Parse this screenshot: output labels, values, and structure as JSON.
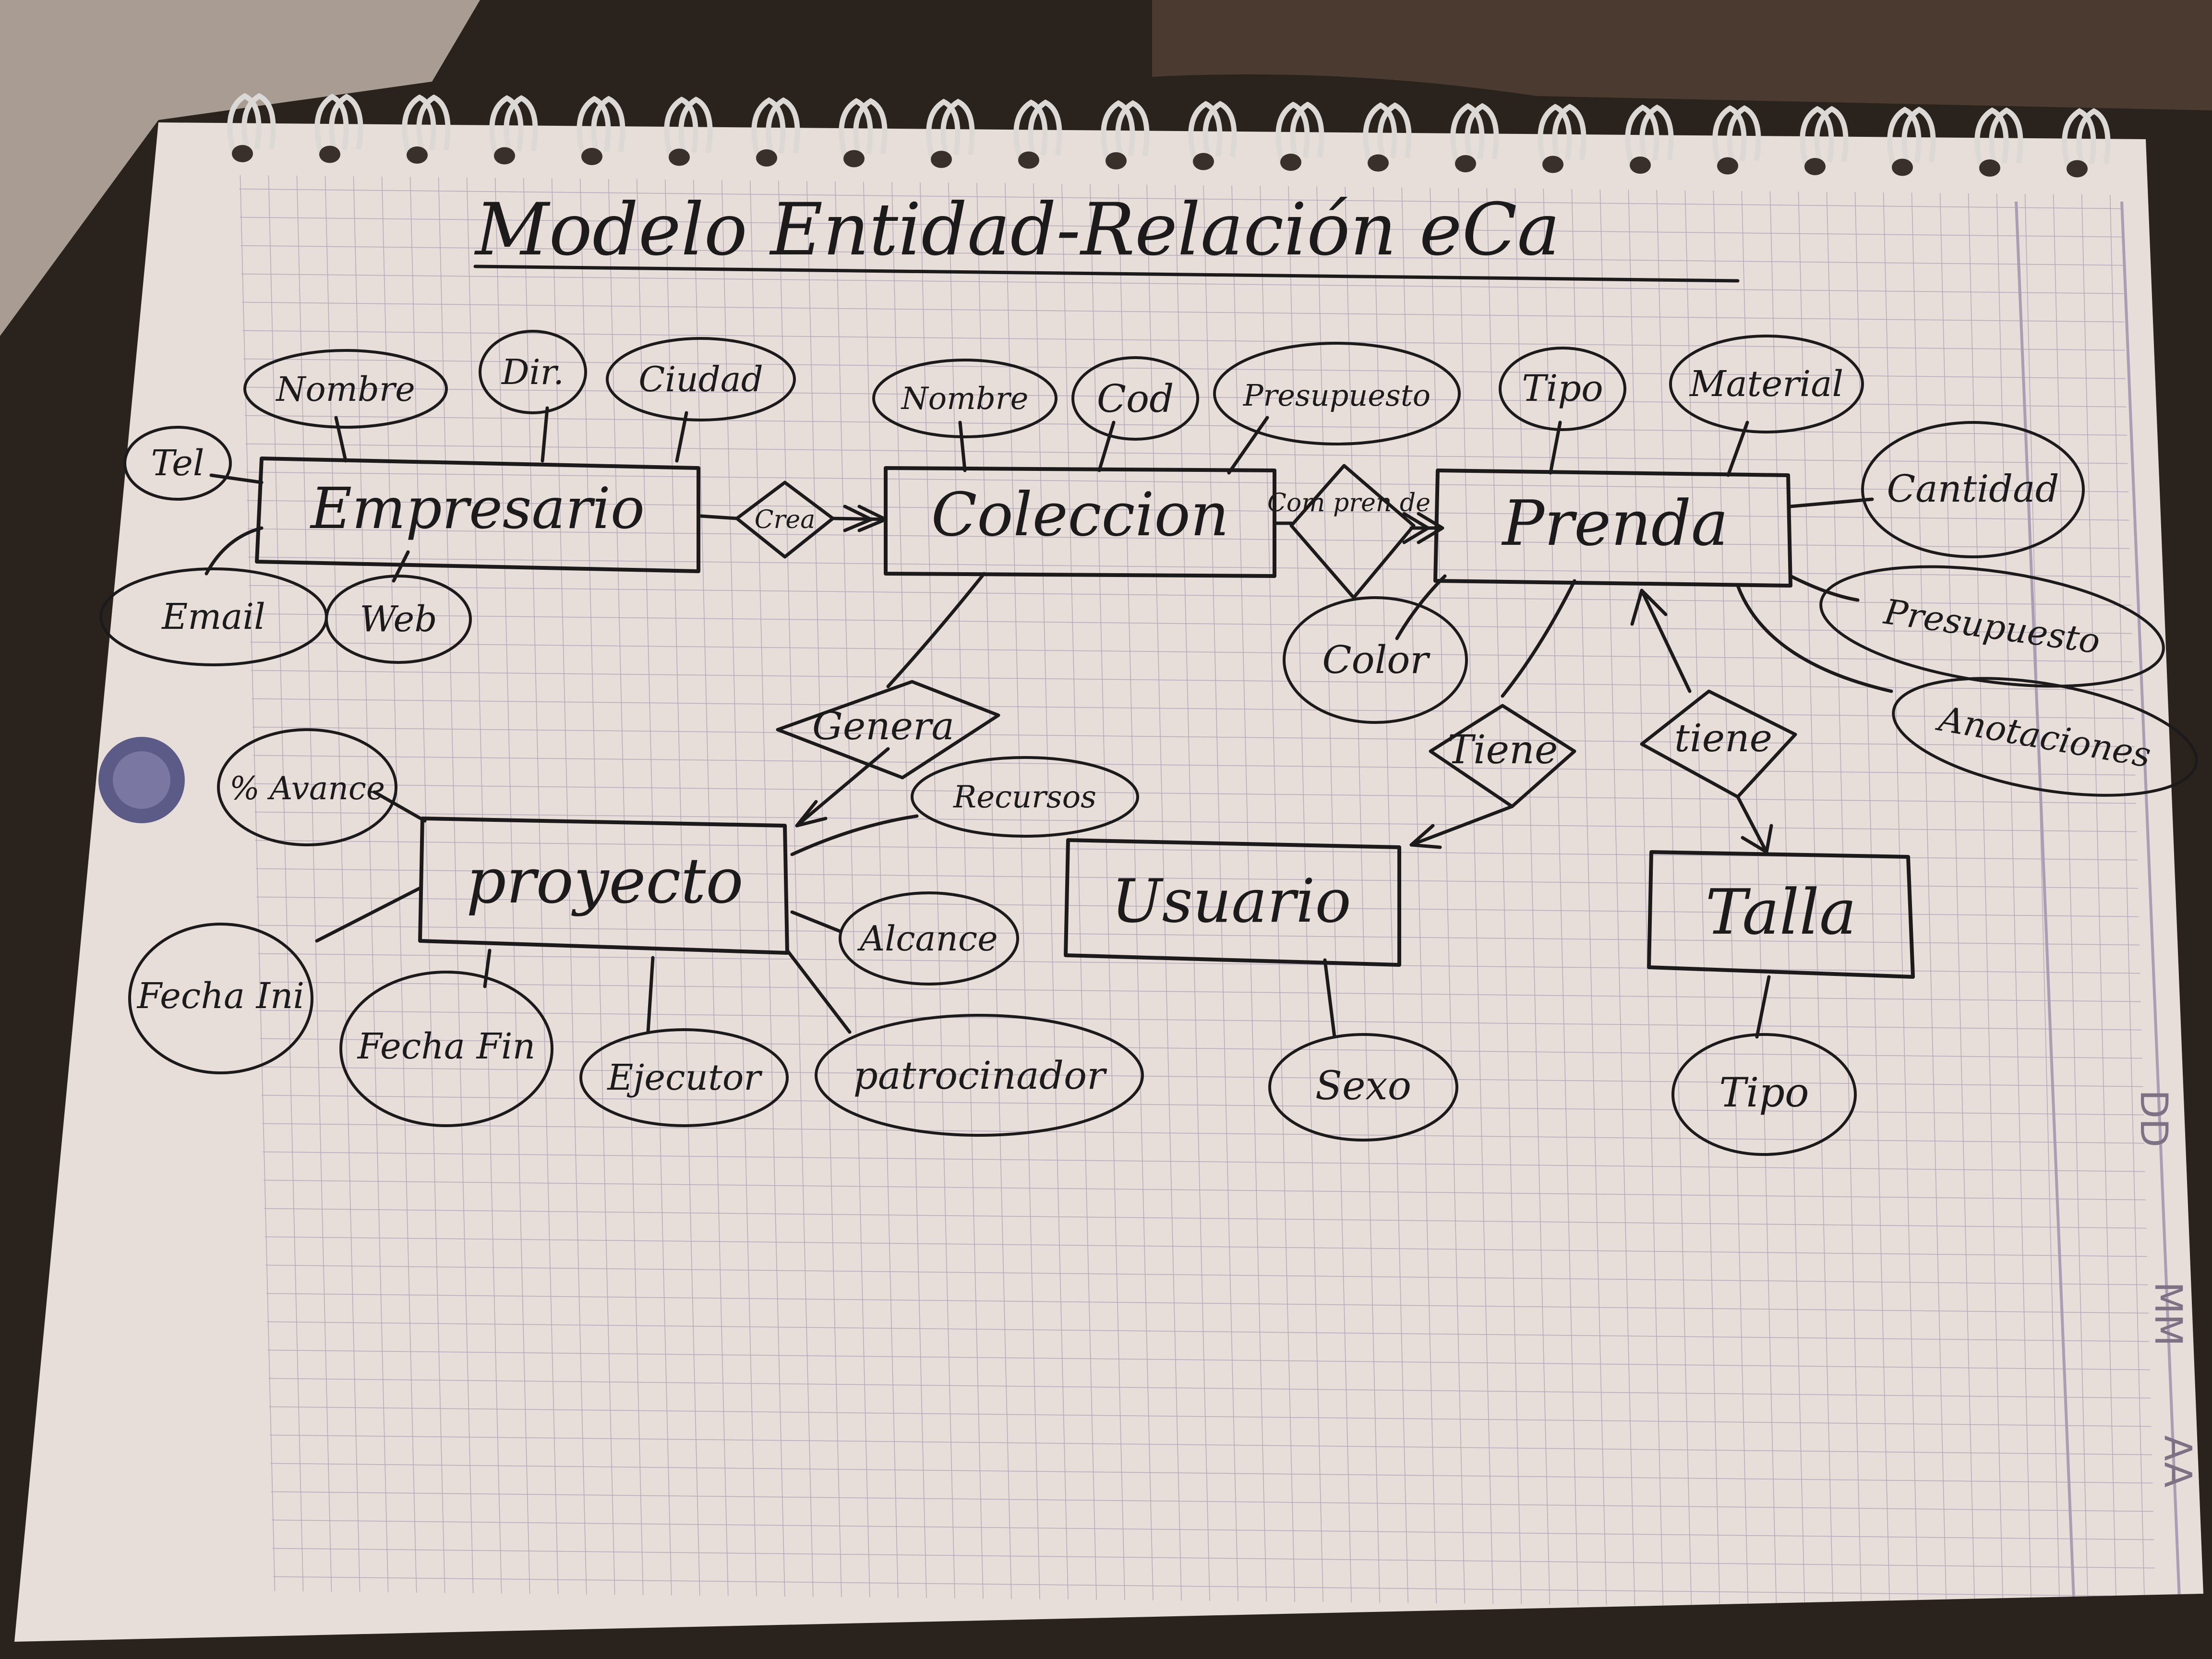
{
  "title": "Modelo Entidad-Relación eCa",
  "colors": {
    "paper": "#e7ddd9",
    "grid": "#b4aabb",
    "ink": "#1d1a1c",
    "background": "#2a221d"
  },
  "side_labels": {
    "day": "DD",
    "month": "MM",
    "year": "AA"
  },
  "entities": [
    {
      "id": "empresario",
      "label": "Empresario"
    },
    {
      "id": "coleccion",
      "label": "Coleccion"
    },
    {
      "id": "prenda",
      "label": "Prenda"
    },
    {
      "id": "proyecto",
      "label": "proyecto"
    },
    {
      "id": "usuario",
      "label": "Usuario"
    },
    {
      "id": "talla",
      "label": "Talla"
    }
  ],
  "relationships": [
    {
      "id": "crea",
      "label": "Crea",
      "from": "empresario",
      "to": "coleccion"
    },
    {
      "id": "comprende",
      "label": "Com pren de",
      "from": "coleccion",
      "to": "prenda"
    },
    {
      "id": "genera",
      "label": "Genera",
      "from": "coleccion",
      "to": "proyecto"
    },
    {
      "id": "tiene-usuario",
      "label": "Tiene",
      "from": "prenda",
      "to": "usuario"
    },
    {
      "id": "tiene-talla",
      "label": "tiene",
      "from": "prenda",
      "to": "talla"
    }
  ],
  "attributes": [
    {
      "id": "emp-nombre",
      "label": "Nombre",
      "entity": "empresario"
    },
    {
      "id": "emp-dir",
      "label": "Dir.",
      "entity": "empresario"
    },
    {
      "id": "emp-ciudad",
      "label": "Ciudad",
      "entity": "empresario"
    },
    {
      "id": "emp-tel",
      "label": "Tel",
      "entity": "empresario"
    },
    {
      "id": "emp-email",
      "label": "Email",
      "entity": "empresario"
    },
    {
      "id": "emp-web",
      "label": "Web",
      "entity": "empresario"
    },
    {
      "id": "col-nombre",
      "label": "Nombre",
      "entity": "coleccion"
    },
    {
      "id": "col-cod",
      "label": "Cod",
      "entity": "coleccion"
    },
    {
      "id": "col-presupuesto",
      "label": "Presupuesto",
      "entity": "coleccion"
    },
    {
      "id": "pre-tipo",
      "label": "Tipo",
      "entity": "prenda"
    },
    {
      "id": "pre-material",
      "label": "Material",
      "entity": "prenda"
    },
    {
      "id": "pre-cantidad",
      "label": "Cantidad",
      "entity": "prenda"
    },
    {
      "id": "pre-presupuesto",
      "label": "Presupuesto",
      "entity": "prenda"
    },
    {
      "id": "pre-anotaciones",
      "label": "Anotaciones",
      "entity": "prenda"
    },
    {
      "id": "pre-color",
      "label": "Color",
      "entity": "prenda"
    },
    {
      "id": "pro-avance",
      "label": "% Avance",
      "entity": "proyecto"
    },
    {
      "id": "pro-fechaini",
      "label": "Fecha Ini",
      "entity": "proyecto"
    },
    {
      "id": "pro-fechafin",
      "label": "Fecha Fin",
      "entity": "proyecto"
    },
    {
      "id": "pro-ejecutor",
      "label": "Ejecutor",
      "entity": "proyecto"
    },
    {
      "id": "pro-patrocinador",
      "label": "patrocinador",
      "entity": "proyecto"
    },
    {
      "id": "pro-alcance",
      "label": "Alcance",
      "entity": "proyecto"
    },
    {
      "id": "pro-recursos",
      "label": "Recursos",
      "entity": "proyecto"
    },
    {
      "id": "usu-sexo",
      "label": "Sexo",
      "entity": "usuario"
    },
    {
      "id": "tal-tipo",
      "label": "Tipo",
      "entity": "talla"
    }
  ]
}
